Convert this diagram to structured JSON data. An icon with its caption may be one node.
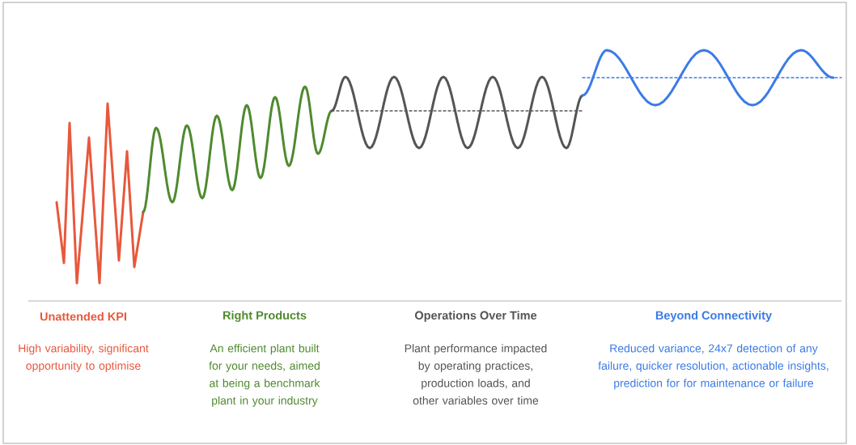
{
  "diagram": {
    "labels": [
      "Unattended KPI",
      "Right Products",
      "Operations Over Time",
      "Beyond Connectivity",
      "High variability, significant opportunity to optimise",
      "An efficient plant built for your needs, aimed at being a benchmark plant in your industry",
      "Plant performance impacted by operating practices, production loads, and other variables over time",
      "Reduced variance, 24x7 detection of any failure, quicker resolution, actionable insights, prediction for for maintenance or failure"
    ]
  }
}
